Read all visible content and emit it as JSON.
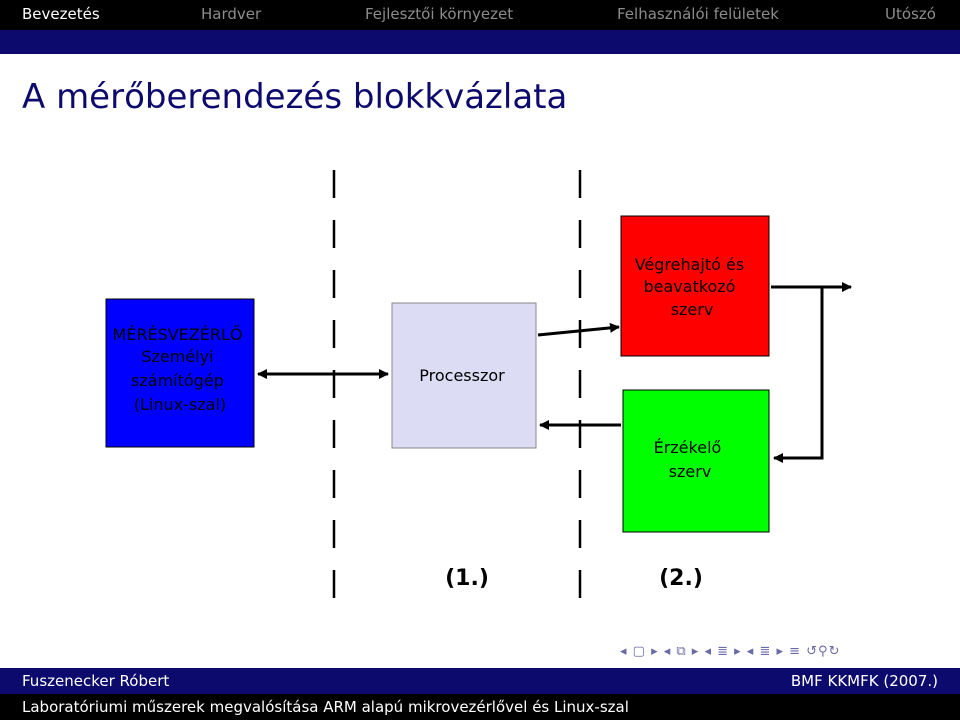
{
  "nav": {
    "sections": [
      "Bevezetés",
      "Hardver",
      "Fejlesztői környezet",
      "Felhasználói felületek",
      "Utószó"
    ],
    "active_index": 0
  },
  "slide": {
    "title": "A mérőberendezés blokkvázlata"
  },
  "diagram": {
    "box_control": [
      "MÉRÉSVEZÉRLŐ",
      "Személyi",
      "számítógép",
      "(Linux-szal)"
    ],
    "box_processor": "Processzor",
    "box_actuator": [
      "Végrehajtó és",
      "beavatkozó",
      "szerv"
    ],
    "box_sensor": [
      "Érzékelő",
      "szerv"
    ],
    "label_1": "(1.)",
    "label_2": "(2.)",
    "colors": {
      "control": "#0000ff",
      "processor": "#dcdcf5",
      "actuator": "#ff0000",
      "sensor": "#00ff00"
    }
  },
  "footer": {
    "author": "Fuszenecker Róbert",
    "institution": "BMF KKMFK (2007.)",
    "subtitle": "Laboratóriumi műszerek megvalósítása ARM alapú mikrovezérlővel és Linux-szal"
  }
}
